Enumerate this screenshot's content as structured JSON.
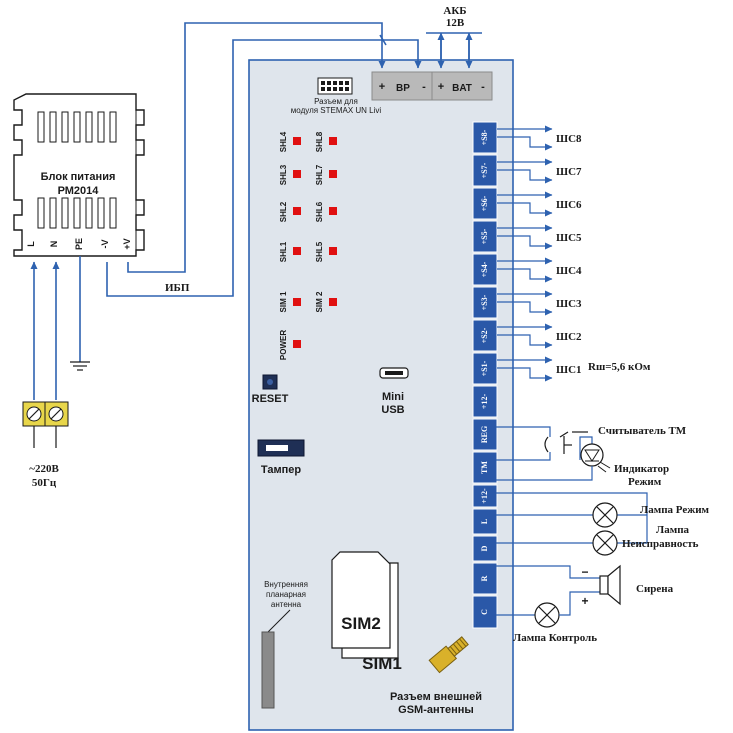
{
  "colors": {
    "wire": "#2e62b0",
    "terminal": "#2a58a8",
    "led": "#e01010",
    "board": "#dfe5ec",
    "connector": "#b9b9b9"
  },
  "psu": {
    "title_line1": "Блок питания",
    "title_line2": "РМ2014",
    "terminals": [
      "L",
      "N",
      "PE",
      "-V",
      "+V"
    ]
  },
  "mains": {
    "voltage": "~220В",
    "freq": "50Гц"
  },
  "ibp_label": "ИБП",
  "battery": {
    "label": "АКБ",
    "voltage": "12В"
  },
  "top_connectors": {
    "bp_plus": "+",
    "bp_label": "BP",
    "bp_minus": "-",
    "bat_plus": "+",
    "bat_label": "BAT",
    "bat_minus": "-"
  },
  "stemax": {
    "line1": "Разъем для",
    "line2": "модуля STEMAX UN Livi"
  },
  "leds": {
    "left": [
      "SHL4",
      "SHL3",
      "SHL2",
      "SHL1",
      "SIM 1",
      "POWER"
    ],
    "right": [
      "SHL8",
      "SHL7",
      "SHL6",
      "SHL5",
      "SIM 2"
    ]
  },
  "reset_label": "RESET",
  "mini_usb": {
    "line1": "Mini",
    "line2": "USB"
  },
  "tamper_label": "Тампер",
  "antenna_internal": {
    "line1": "Внутренняя",
    "line2": "планарная",
    "line3": "антенна"
  },
  "sim": {
    "sim2": "SIM2",
    "sim1": "SIM1"
  },
  "gsm_antenna": {
    "line1": "Разъем внешней",
    "line2": "GSM-антенны"
  },
  "terminals": [
    "+S8-",
    "+S7-",
    "+S6-",
    "+S5-",
    "+S4-",
    "+S3-",
    "+S2-",
    "+S1-",
    "+12-",
    "REG",
    "TM",
    "+12-",
    "L",
    "D",
    "R",
    "C"
  ],
  "zones": [
    "ШС8",
    "ШС7",
    "ШС6",
    "ШС5",
    "ШС4",
    "ШС3",
    "ШС2",
    "ШС1"
  ],
  "resistor_note": "Rш=5,6 кОм",
  "devices": {
    "reader": "Считыватель ТМ",
    "indicator_line1": "Индикатор",
    "indicator_line2": "Режим",
    "lamp_mode": "Лампа Режим",
    "lamp_fault_line1": "Лампа",
    "lamp_fault_line2": "Неисправность",
    "siren": "Сирена",
    "lamp_control": "Лампа Контроль",
    "siren_minus": "−",
    "siren_plus": "+"
  }
}
